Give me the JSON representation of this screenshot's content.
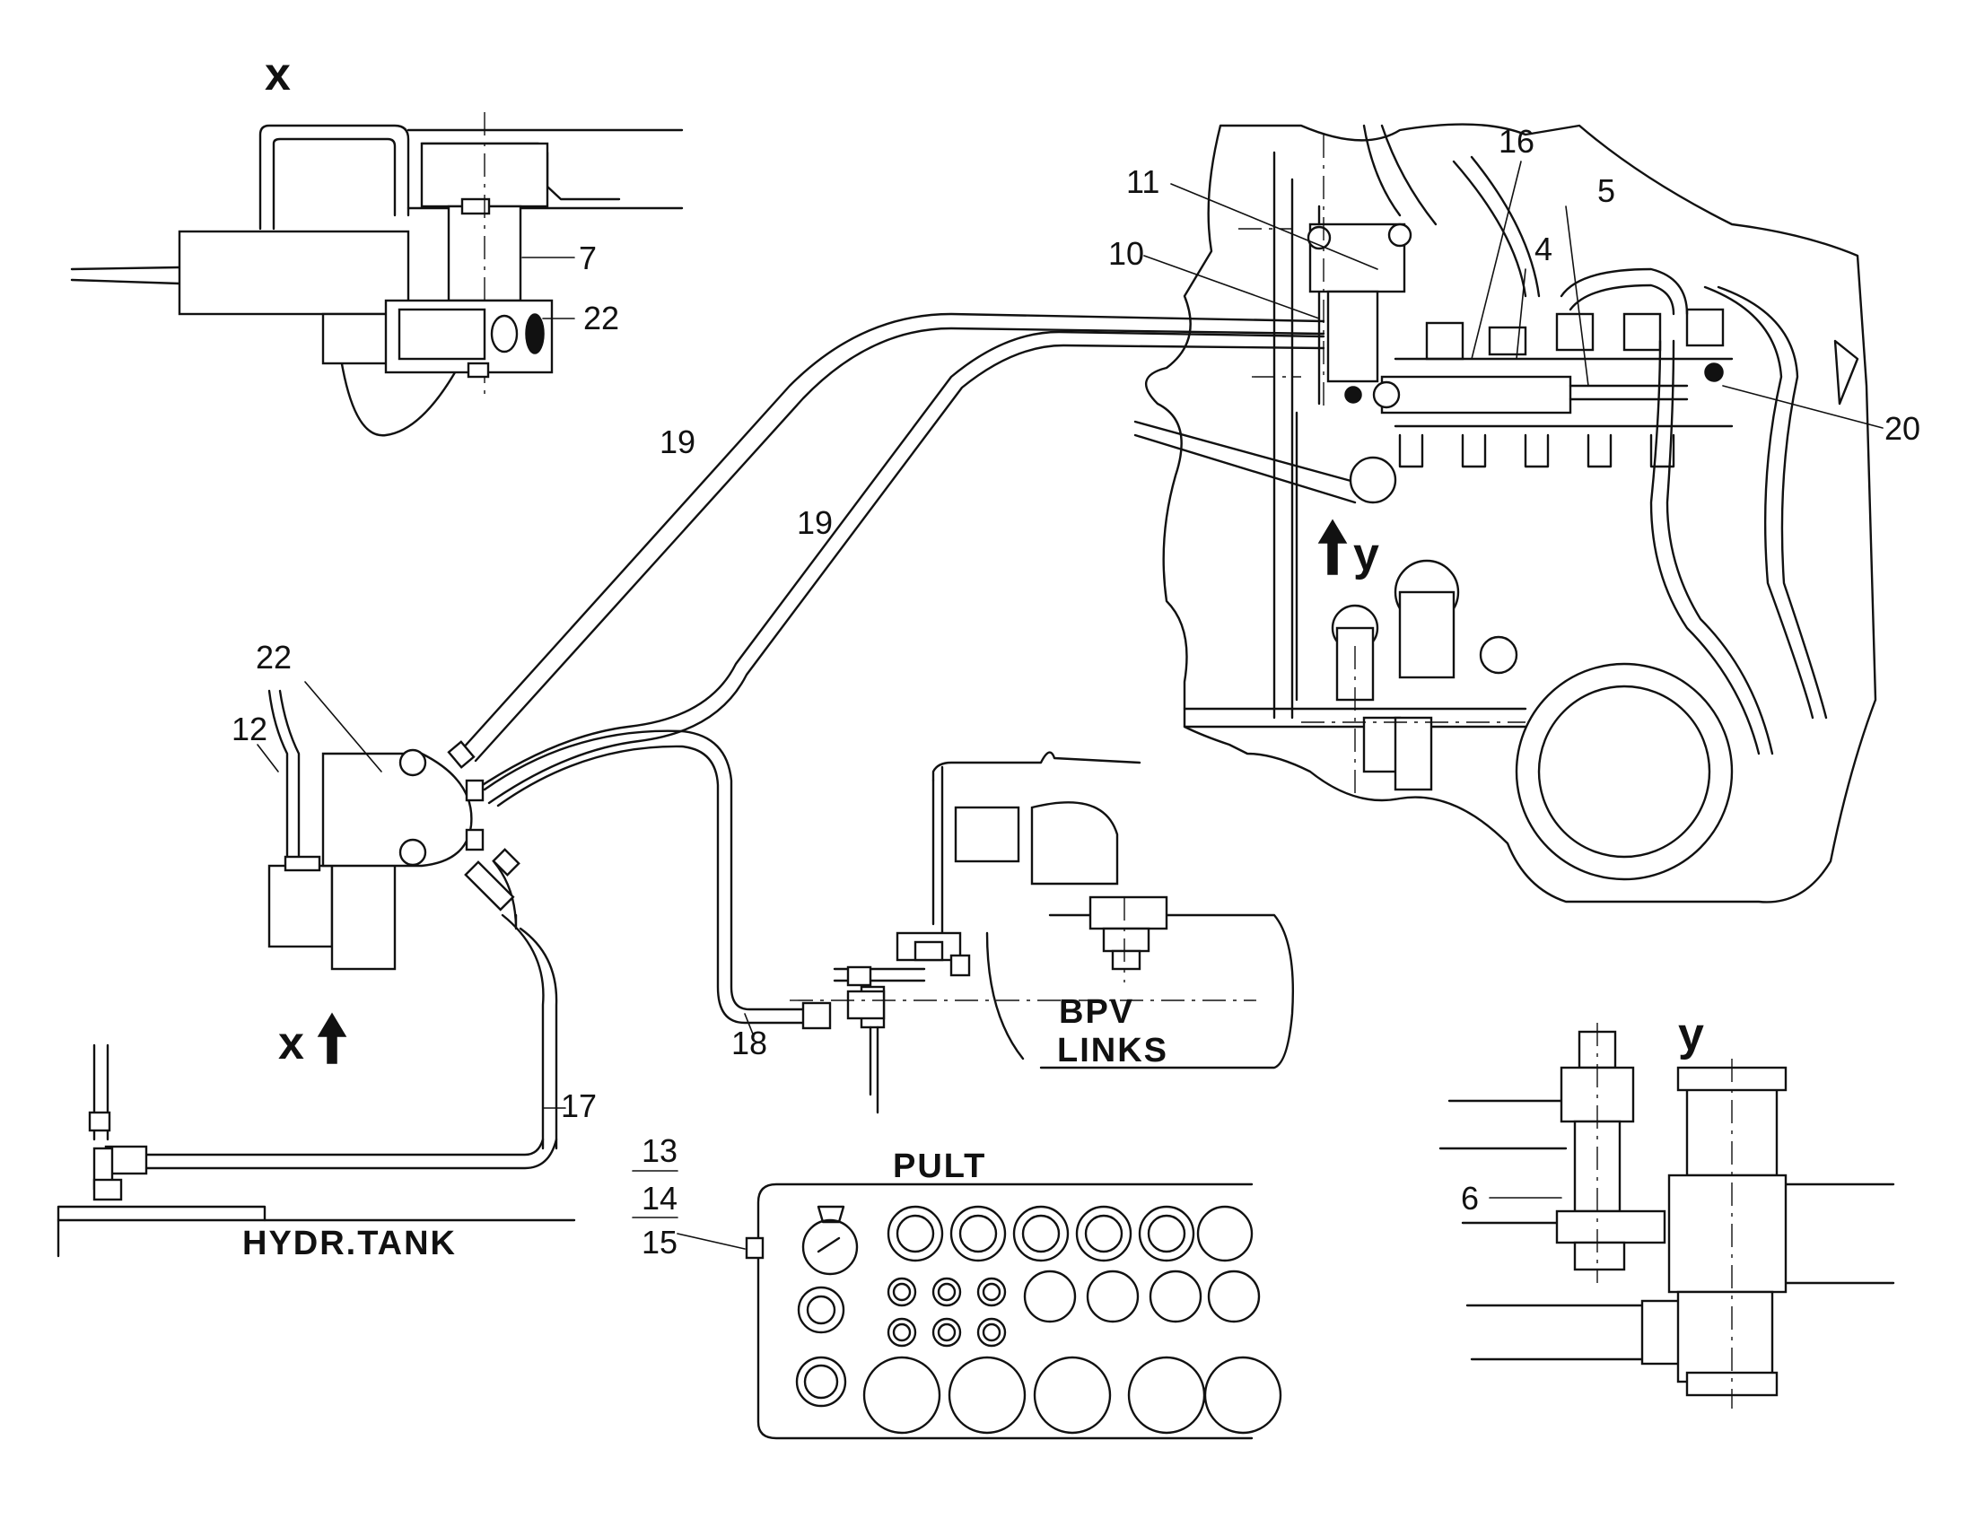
{
  "views": {
    "x_title": "x",
    "y_title": "y",
    "x_arrow_label": "x",
    "y_arrow_label": "y"
  },
  "callouts": {
    "c7": "7",
    "c22_top": "22",
    "c22_mid": "22",
    "c12": "12",
    "c19_a": "19",
    "c19_b": "19",
    "c11": "11",
    "c10": "10",
    "c16": "16",
    "c4": "4",
    "c5": "5",
    "c20": "20",
    "c18": "18",
    "c17": "17",
    "c13": "13",
    "c14": "14",
    "c15": "15",
    "c6": "6"
  },
  "labels": {
    "hydr_tank": "HYDR.TANK",
    "bpv_line1": "BPV",
    "bpv_line2": "LINKS",
    "pult": "PULT"
  }
}
